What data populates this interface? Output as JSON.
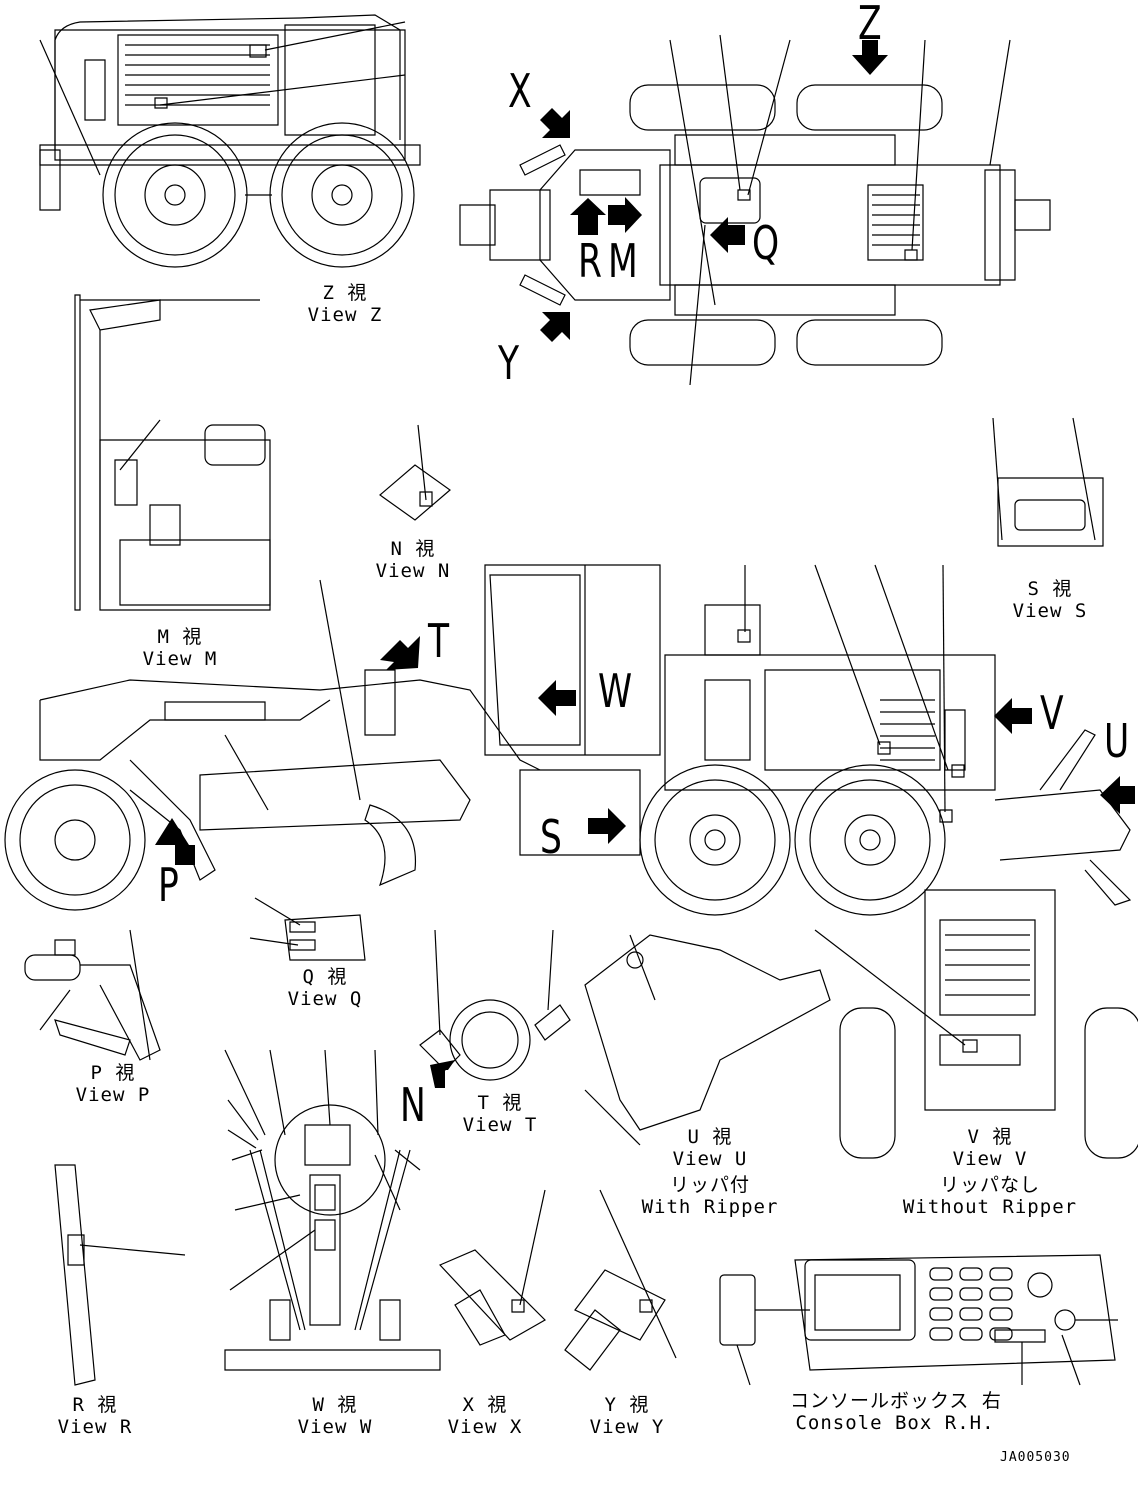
{
  "views": {
    "z": {
      "jp": "Z 視",
      "en": "View Z"
    },
    "m": {
      "jp": "M 視",
      "en": "View M"
    },
    "n": {
      "jp": "N 視",
      "en": "View N"
    },
    "s": {
      "jp": "S 視",
      "en": "View S"
    },
    "p": {
      "jp": "P 視",
      "en": "View P"
    },
    "q": {
      "jp": "Q 視",
      "en": "View Q"
    },
    "t": {
      "jp": "T 視",
      "en": "View T"
    },
    "u": {
      "jp": "U 視",
      "en": "View U",
      "sub_jp": "リッパ付",
      "sub_en": "With Ripper"
    },
    "v": {
      "jp": "V 視",
      "en": "View V",
      "sub_jp": "リッパなし",
      "sub_en": "Without Ripper"
    },
    "r": {
      "jp": "R 視",
      "en": "View R"
    },
    "w": {
      "jp": "W 視",
      "en": "View W"
    },
    "x": {
      "jp": "X 視",
      "en": "View X"
    },
    "y": {
      "jp": "Y 視",
      "en": "View Y"
    },
    "console": {
      "jp": "コンソールボックス 右",
      "en": "Console Box R.H."
    }
  },
  "callouts": {
    "z": "Z",
    "x": "X",
    "y": "Y",
    "r": "R",
    "m": "M",
    "q": "Q",
    "t": "T",
    "w": "W",
    "v": "V",
    "u": "U",
    "p": "P",
    "s": "S",
    "n": "N"
  },
  "drawing_code": "JA005030"
}
